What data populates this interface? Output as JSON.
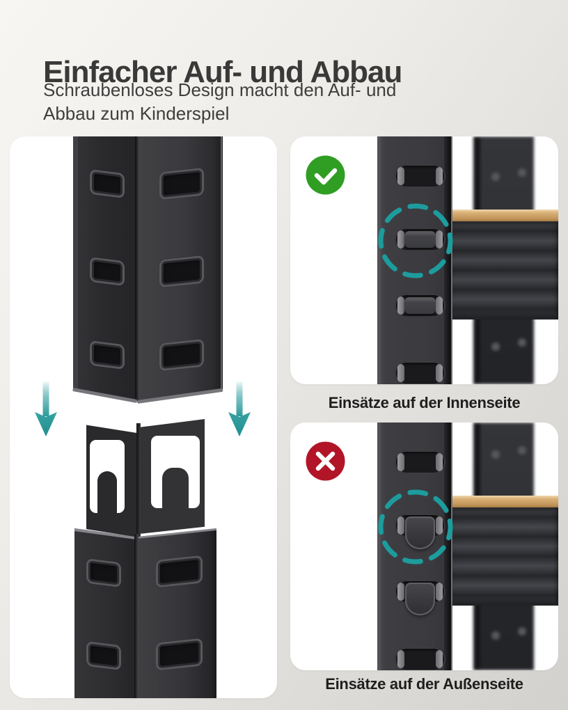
{
  "header": {
    "title": "Einfacher Auf- und Abbau",
    "subtitle_line1": "Schraubenloses Design macht den Auf- und",
    "subtitle_line2": "Abbau zum Kinderspiel"
  },
  "panels": {
    "assembly": {
      "icons": [
        "down-arrow",
        "down-arrow"
      ]
    },
    "correct": {
      "badge_icon": "check",
      "highlight_icon": "dashed-circle",
      "caption": "Einsätze auf der Innenseite"
    },
    "wrong": {
      "badge_icon": "cross",
      "highlight_icon": "dashed-circle",
      "caption": "Einsätze auf der Außenseite"
    }
  },
  "colors": {
    "accent_teal": "#1D9C9E",
    "arrow_teal": "#2A9A9A",
    "success_green": "#2F9E23",
    "error_red": "#B11527",
    "wood_tan": "#C89E63",
    "title_text": "#393939",
    "caption_text": "#1E1E1E",
    "background_top": "#F8F6F2",
    "background_bottom": "#D3D1CD",
    "card_white": "#FFFFFF"
  }
}
